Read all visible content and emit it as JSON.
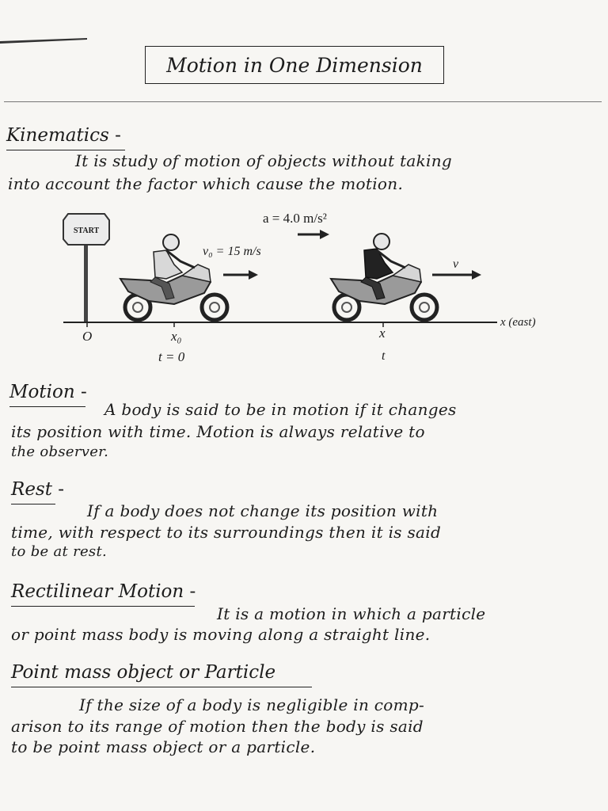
{
  "title": "Motion in One Dimension",
  "kinematics": {
    "heading": "Kinematics",
    "dash": "-",
    "lines": [
      "It is study of motion of objects without taking",
      "into account the factor which cause the motion."
    ]
  },
  "figure": {
    "sign": "START",
    "acceleration": "a  = 4.0 m/s²",
    "v0": "v₀  =  15 m/s",
    "v": "v",
    "axis": "x (east)",
    "origin": "O",
    "x0": "x₀",
    "t0": "t = 0",
    "x": "x",
    "t": "t"
  },
  "motion": {
    "heading": "Motion",
    "dash": "-",
    "lines": [
      "A body is said to be in motion if it changes",
      "its position with time. Motion is always relative to",
      "the observer."
    ]
  },
  "rest": {
    "heading": "Rest",
    "dash": "-",
    "lines": [
      "If a body does not change its position with",
      "time, with respect to its surroundings then it is said",
      "to be at rest."
    ]
  },
  "rectilinear": {
    "heading": "Rectilinear Motion",
    "dash": "-",
    "lines": [
      "It is a motion in which a particle",
      "or point mass body is moving along a straight line."
    ]
  },
  "particle": {
    "heading": "Point mass object or Particle",
    "lines": [
      "If the size of a body is negligible in comp-",
      "arison to its range of motion then the body is said",
      "to be point mass object or a particle."
    ]
  }
}
